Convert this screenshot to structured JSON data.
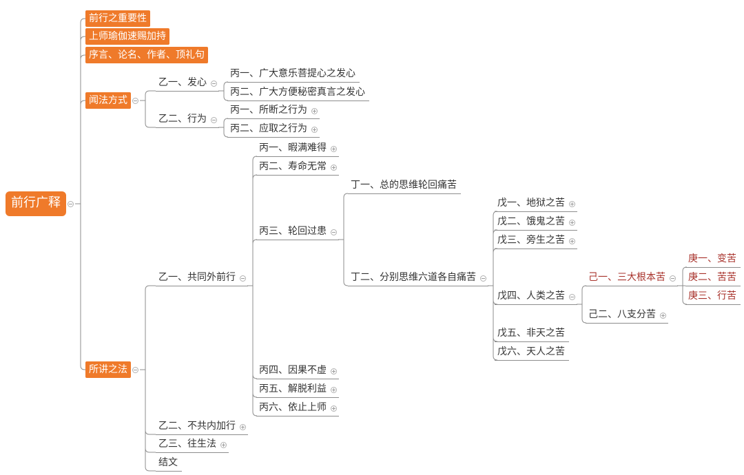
{
  "colors": {
    "accent": "#ef7a2a",
    "edge": "#8c8c8c",
    "text": "#333333",
    "highlight": "#a8322b"
  },
  "nodes": {
    "root": {
      "label": "前行广释"
    },
    "n1": {
      "label": "前行之重要性"
    },
    "n2": {
      "label": "上师瑜伽速赐加持"
    },
    "n3": {
      "label": "序言、论名、作者、顶礼句"
    },
    "n4": {
      "label": "闻法方式"
    },
    "n4_1": {
      "label": "乙一、发心"
    },
    "n4_1_1": {
      "label": "丙一、广大意乐菩提心之发心"
    },
    "n4_1_2": {
      "label": "丙二、广大方便秘密真言之发心"
    },
    "n4_2": {
      "label": "乙二、行为"
    },
    "n4_2_1": {
      "label": "丙一、所断之行为"
    },
    "n4_2_2": {
      "label": "丙二、应取之行为"
    },
    "n5": {
      "label": "所讲之法"
    },
    "n5_1": {
      "label": "乙一、共同外前行"
    },
    "n5_1_1": {
      "label": "丙一、暇满难得"
    },
    "n5_1_2": {
      "label": "丙二、寿命无常"
    },
    "n5_1_3": {
      "label": "丙三、轮回过患"
    },
    "n5_1_3_1": {
      "label": "丁一、总的思维轮回痛苦"
    },
    "n5_1_3_2": {
      "label": "丁二、分别思维六道各自痛苦"
    },
    "w1": {
      "label": "戊一、地狱之苦"
    },
    "w2": {
      "label": "戊二、饿鬼之苦"
    },
    "w3": {
      "label": "戊三、旁生之苦"
    },
    "w4": {
      "label": "戊四、人类之苦"
    },
    "w4_1": {
      "label": "己一、三大根本苦"
    },
    "g1": {
      "label": "庚一、变苦"
    },
    "g2": {
      "label": "庚二、苦苦"
    },
    "g3": {
      "label": "庚三、行苦"
    },
    "w4_2": {
      "label": "己二、八支分苦"
    },
    "w5": {
      "label": "戊五、非天之苦"
    },
    "w6": {
      "label": "戊六、天人之苦"
    },
    "n5_1_4": {
      "label": "丙四、因果不虚"
    },
    "n5_1_5": {
      "label": "丙五、解脱利益"
    },
    "n5_1_6": {
      "label": "丙六、依止上师"
    },
    "n5_2": {
      "label": "乙二、不共内加行"
    },
    "n5_3": {
      "label": "乙三、往生法"
    },
    "n5_4": {
      "label": "结文"
    }
  }
}
